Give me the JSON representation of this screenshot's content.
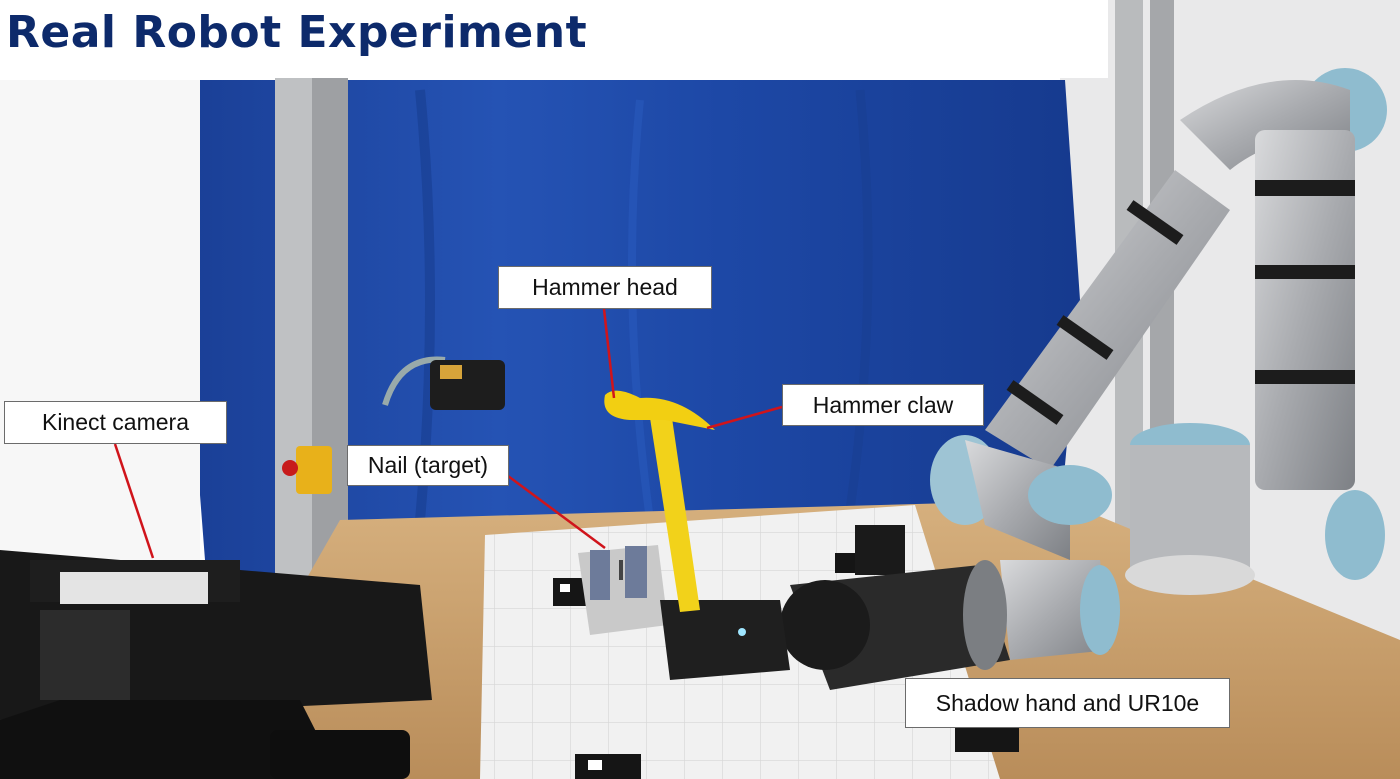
{
  "title": "Real Robot Experiment",
  "labels": {
    "kinect": "Kinect camera",
    "nail": "Nail (target)",
    "hammer_head": "Hammer head",
    "hammer_claw": "Hammer claw",
    "shadow": "Shadow hand and UR10e"
  },
  "colors": {
    "title": "#0d2a6b",
    "leader_line": "#d0141b",
    "backdrop": "#1f4aa8",
    "hammer": "#f2d21a"
  }
}
